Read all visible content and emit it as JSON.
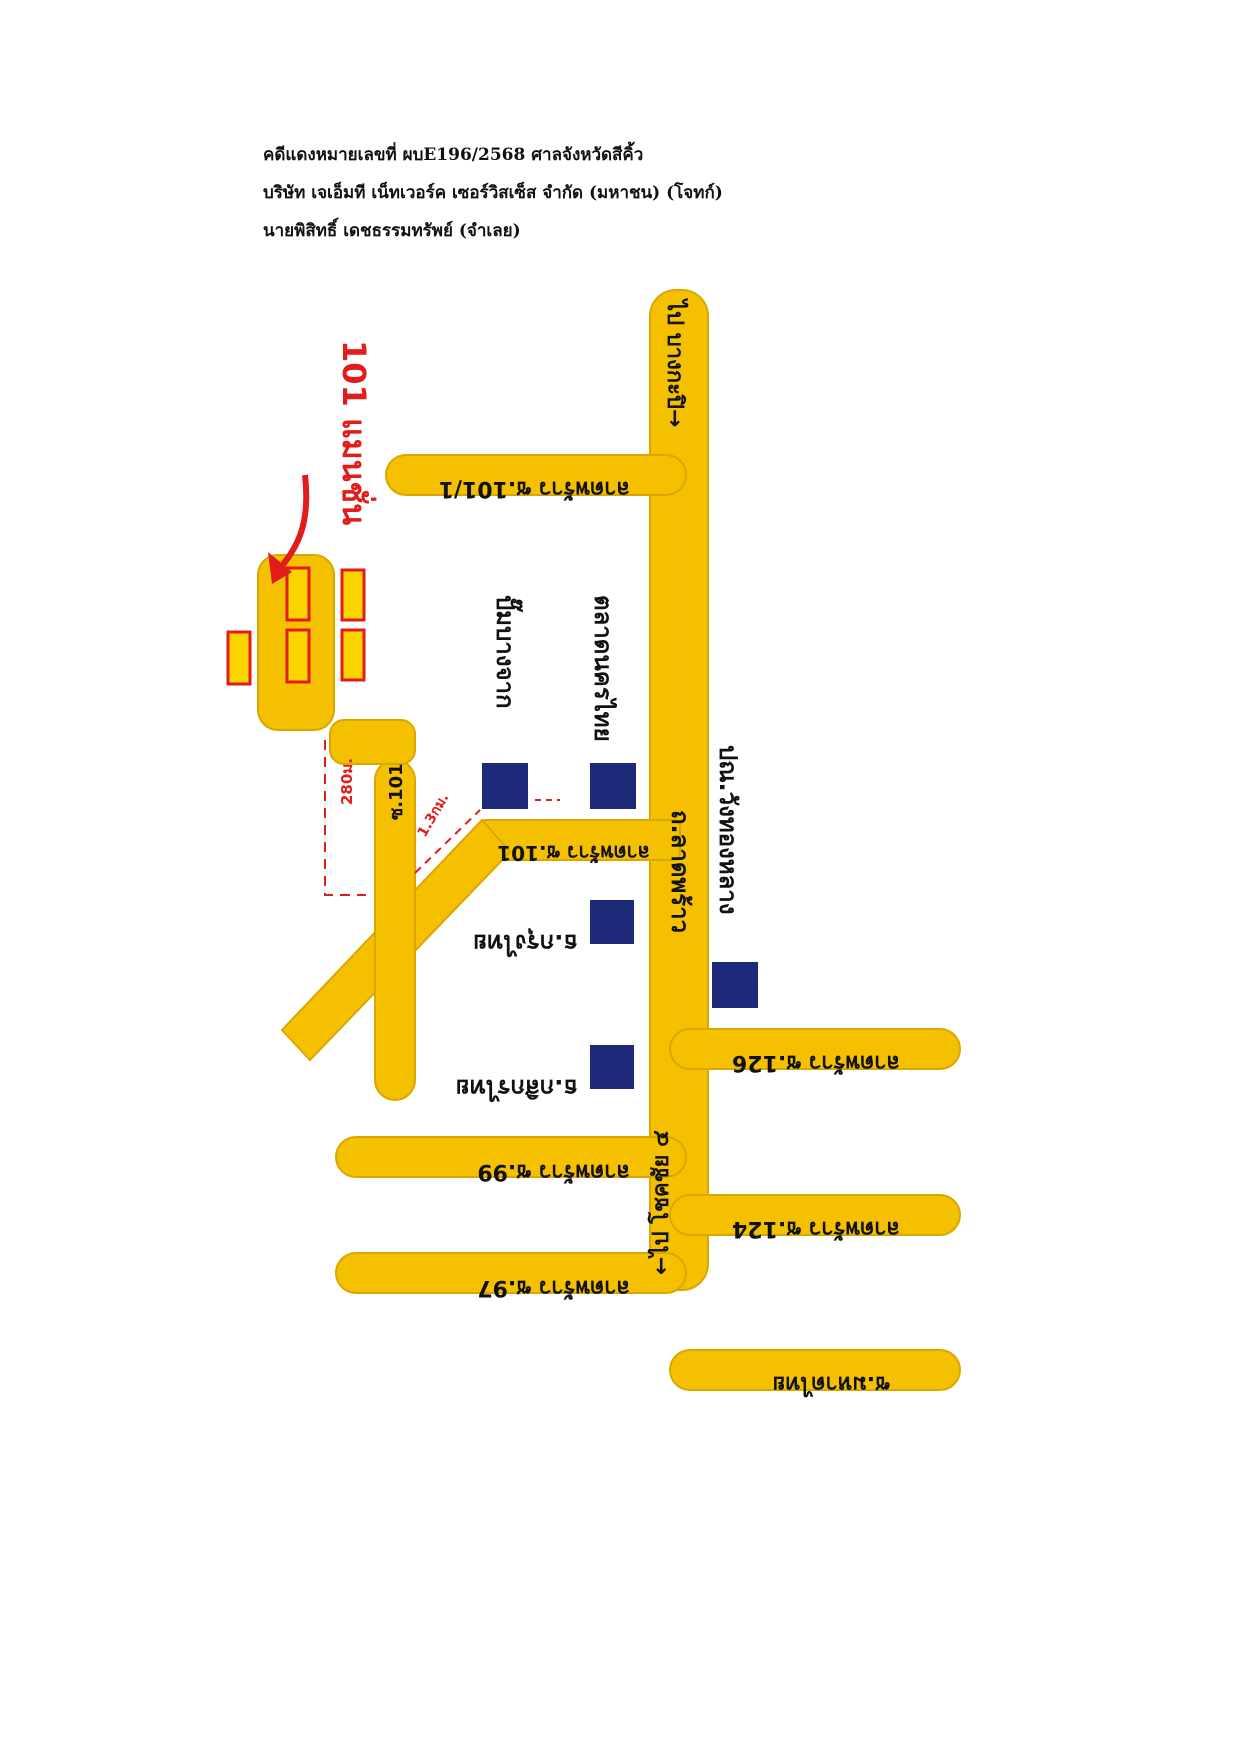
{
  "header": {
    "case_line": "คดีแดงหมายเลขที่ ผบE196/2568  ศาลจังหวัดสีคิ้ว",
    "plaintiff_line": "บริษัท เจเอ็มที เน็ทเวอร์ค เซอร์วิสเซ็ส จำกัด (มหาชน)  (โจทก์)",
    "defendant_line": "นายพิสิทธิ์ เดชธรรมทรัพย์  (จำเลย)"
  },
  "map": {
    "main_road": "ถ.ลาดพร้าว",
    "direction_north": "ไป บางกะปิ→",
    "direction_south": "←ไป โชคชัย ๔",
    "side_roads_left": [
      "ลาดพร้าว ซ.101/1",
      "ลาดพร้าว ซ.101",
      "ลาดพร้าว ซ.99",
      "ลาดพร้าว ซ.97"
    ],
    "side_roads_right": [
      "ลาดพร้าว ซ.126",
      "ลาดพร้าว ซ.124",
      "ซ.มหาดไทย"
    ],
    "inner_road": "ซ.101",
    "destination": "101 แมนชั่น",
    "distance_1": "1.3กม.",
    "distance_2": "280ม.",
    "pois": [
      "ปั๊มบางจาก",
      "ตลาดนครไทย",
      "ธ.กรุงไทย",
      "ธ.กสิกรไทย",
      "ปณ.วังทองหลาง"
    ],
    "colors": {
      "road": "#f5c000",
      "poi": "#1d2a7a",
      "accent_red": "#e21b1b"
    }
  }
}
